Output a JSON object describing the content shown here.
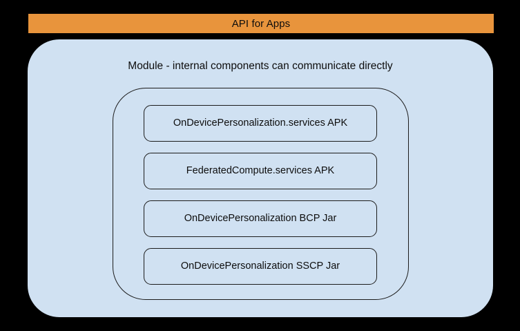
{
  "diagram": {
    "banner": {
      "label": "API for Apps",
      "color": "#e8943c"
    },
    "module": {
      "caption": "Module - internal components can communicate directly",
      "panel_color": "#d0e1f2",
      "border_color": "#1b1b1b"
    },
    "components": [
      {
        "label": "OnDevicePersonalization.services APK"
      },
      {
        "label": "FederatedCompute.services APK"
      },
      {
        "label": "OnDevicePersonalization BCP Jar"
      },
      {
        "label": "OnDevicePersonalization SSCP Jar"
      }
    ],
    "background_color": "#000000"
  }
}
